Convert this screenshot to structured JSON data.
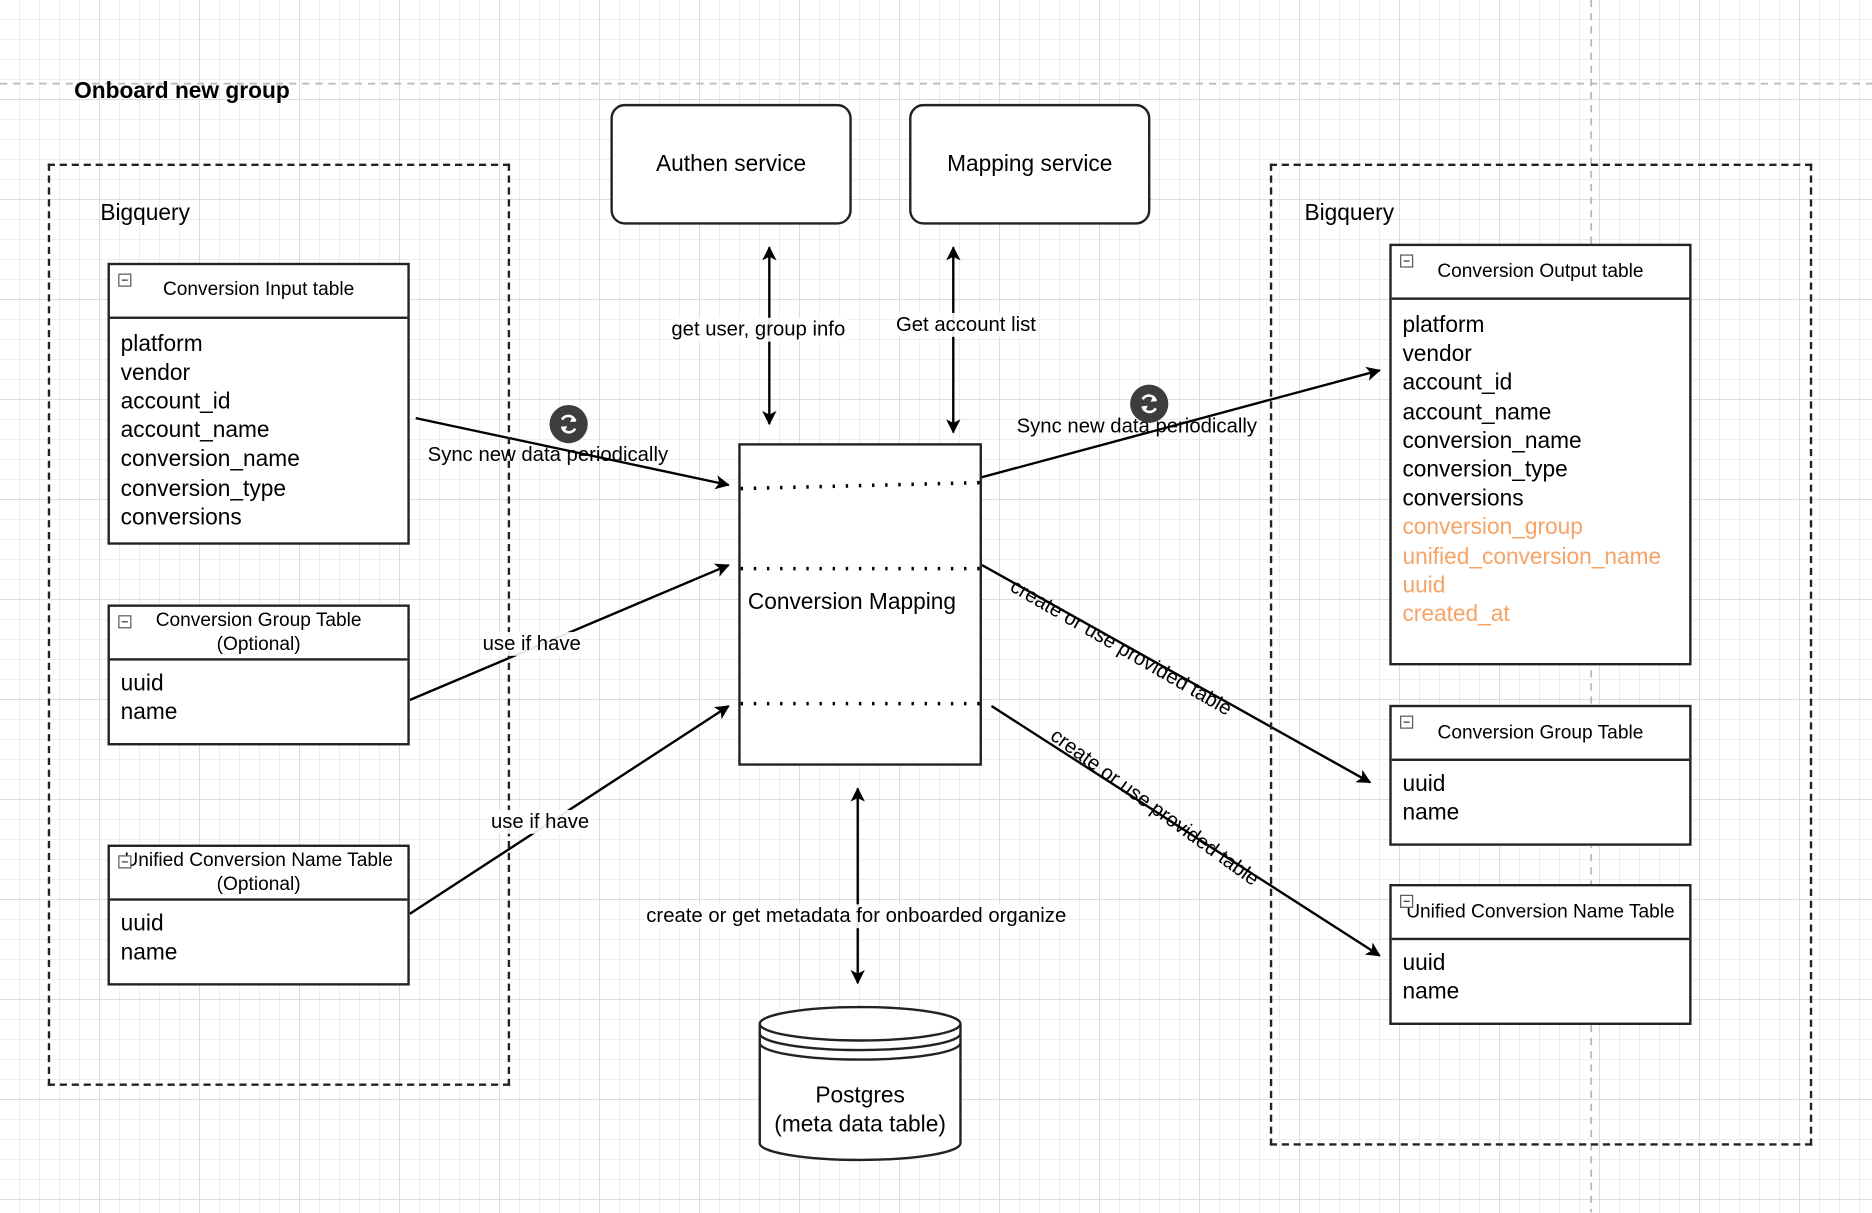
{
  "title": "Onboard new group",
  "left_group": {
    "label": "Bigquery",
    "tables": [
      {
        "title": "Conversion Input table",
        "fields": [
          "platform",
          "vendor",
          "account_id",
          "account_name",
          "conversion_name",
          "conversion_type",
          "conversions"
        ]
      },
      {
        "title": "Conversion Group Table\n(Optional)",
        "fields": [
          "uuid",
          "name"
        ]
      },
      {
        "title": "Unified Conversion Name Table\n(Optional)",
        "fields": [
          "uuid",
          "name"
        ]
      }
    ]
  },
  "right_group": {
    "label": "Bigquery",
    "tables": [
      {
        "title": "Conversion Output table",
        "fields": [
          "platform",
          "vendor",
          "account_id",
          "account_name",
          "conversion_name",
          "conversion_type",
          "conversions"
        ],
        "highlighted_fields": [
          "conversion_group",
          "unified_conversion_name",
          "uuid",
          "created_at"
        ],
        "highlight_color": "#f6a365"
      },
      {
        "title": "Conversion Group Table",
        "fields": [
          "uuid",
          "name"
        ]
      },
      {
        "title": "Unified Conversion Name Table",
        "fields": [
          "uuid",
          "name"
        ]
      }
    ]
  },
  "services": {
    "authen": "Authen service",
    "mapping": "Mapping service"
  },
  "center": {
    "label": "Conversion Mapping"
  },
  "database": {
    "label": "Postgres\n(meta data table)"
  },
  "edges": {
    "auth": "get user, group info",
    "account": "Get account list",
    "sync_in": "Sync new data periodically",
    "sync_out": "Sync new data periodically",
    "use_group": "use if have",
    "use_unified": "use if have",
    "create_group": "create or use provided table",
    "create_unified": "create or use provided table",
    "metadata": "create or get metadata for onboarded organize"
  },
  "icons": {
    "sync": "sync-icon",
    "collapse": "collapse-icon"
  }
}
